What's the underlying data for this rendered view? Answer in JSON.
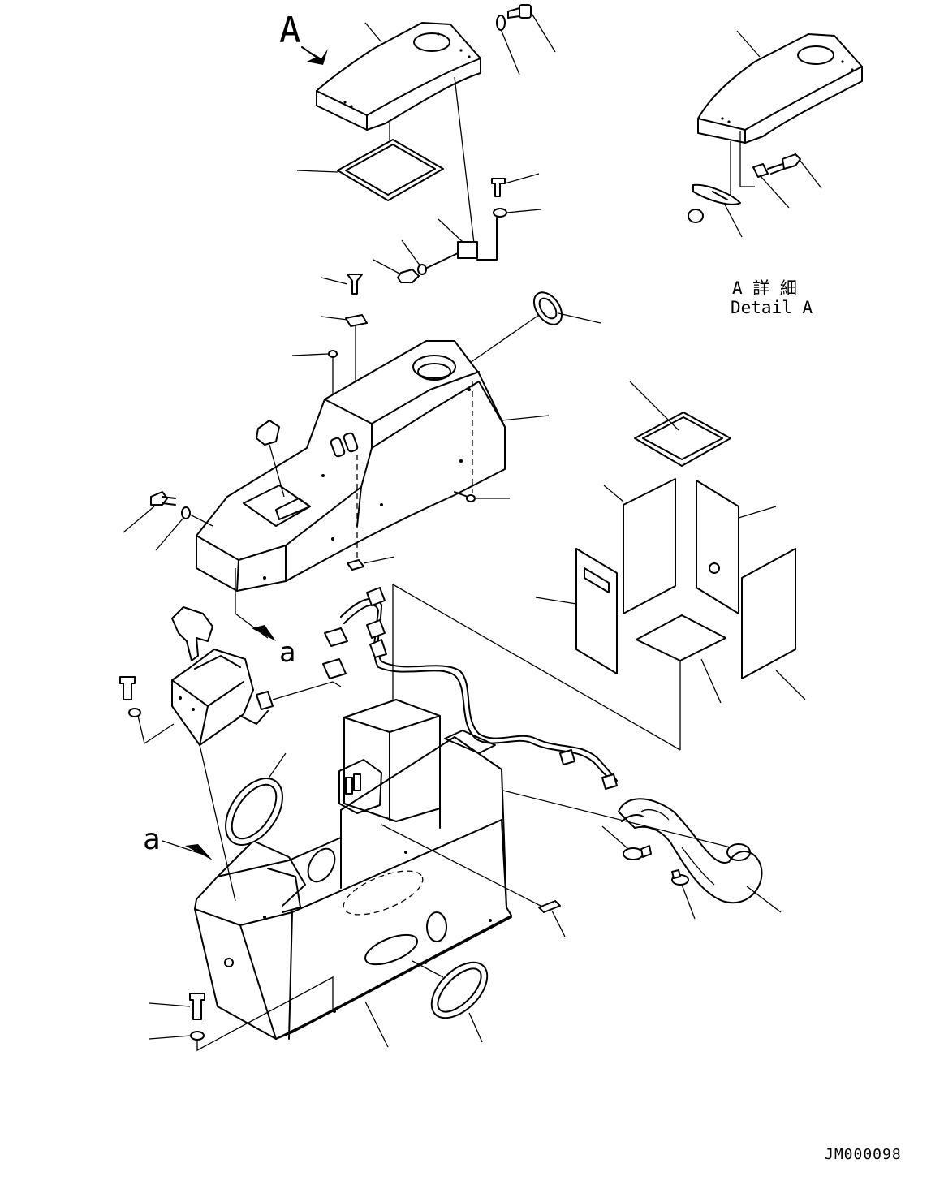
{
  "view_markers": {
    "view_a": "A",
    "view_a_small": "a",
    "view_a_small_2": "a"
  },
  "detail": {
    "title_jp": "A 詳 細",
    "title_en": "Detail A"
  },
  "drawing_code": "JM000098"
}
